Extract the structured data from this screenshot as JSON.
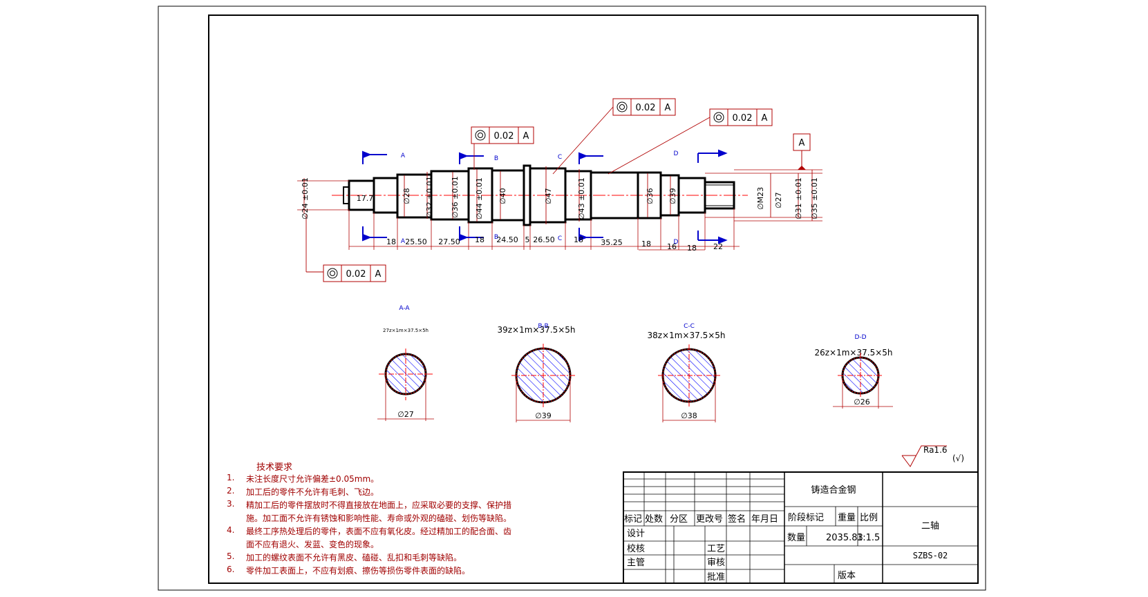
{
  "colors": {
    "outline": "#000000",
    "dimension": "#b00000",
    "centerline": "#ff0000",
    "marker": "#0000cc",
    "hatch": "#0000ff"
  },
  "gdt_frames": [
    {
      "symbol": "concentricity-icon",
      "value": "0.02",
      "datum": "A"
    },
    {
      "symbol": "concentricity-icon",
      "value": "0.02",
      "datum": "A"
    },
    {
      "symbol": "concentricity-icon",
      "value": "0.02",
      "datum": "A"
    },
    {
      "symbol": "concentricity-icon",
      "value": "0.02",
      "datum": "A"
    }
  ],
  "datum_label": "A",
  "section_letters": [
    "A",
    "A",
    "B",
    "B",
    "C",
    "C",
    "D",
    "D"
  ],
  "diameters": [
    "∅24 ±0.01",
    "∅28",
    "∅32 ±0.01",
    "∅36 ±0.01",
    "∅44 ±0.01",
    "∅40",
    "∅47",
    "∅43 ±0.01",
    "∅36",
    "∅39",
    "∅M23",
    "∅27",
    "∅31 ±0.01",
    "∅35 ±0.01"
  ],
  "lengths": [
    "17.7",
    "18",
    "25.50",
    "27.50",
    "18",
    "24.50",
    "5",
    "26.50",
    "18",
    "35.25",
    "18",
    "16",
    "18",
    "22"
  ],
  "sections": [
    {
      "title": "A-A",
      "spec": "27z×1m×37.5×5h",
      "diameter": "∅27"
    },
    {
      "title": "B-B",
      "spec": "39z×1m×37.5×5h",
      "diameter": "∅39"
    },
    {
      "title": "C-C",
      "spec": "38z×1m×37.5×5h",
      "diameter": "∅38"
    },
    {
      "title": "D-D",
      "spec": "26z×1m×37.5×5h",
      "diameter": "∅26"
    }
  ],
  "surface_finish": {
    "value": "Ra1.6",
    "suffix": "(√)"
  },
  "tech_requirements": {
    "title": "技术要求",
    "items": [
      {
        "num": "1.",
        "lines": [
          "未注长度尺寸允许偏差±0.05mm。"
        ]
      },
      {
        "num": "2.",
        "lines": [
          "加工后的零件不允许有毛刺、飞边。"
        ]
      },
      {
        "num": "3.",
        "lines": [
          "精加工后的零件摆放时不得直接放在地面上，应采取必要的支撑、保护措",
          "施。加工面不允许有锈蚀和影响性能、寿命或外观的磕碰、划伤等缺陷。"
        ]
      },
      {
        "num": "4.",
        "lines": [
          "最终工序热处理后的零件，表面不应有氧化皮。经过精加工的配合面、齿",
          "面不应有退火、发蓝、变色的现象。"
        ]
      },
      {
        "num": "5.",
        "lines": [
          "加工的螺纹表面不允许有黑皮、磕碰、乱扣和毛刺等缺陷。"
        ]
      },
      {
        "num": "6.",
        "lines": [
          "零件加工表面上，不应有划痕、擦伤等损伤零件表面的缺陷。"
        ]
      }
    ]
  },
  "title_block": {
    "material": "铸造合金钢",
    "part_name": "二轴",
    "drawing_no": "SZBS-02",
    "headers": [
      "标记",
      "处数",
      "分区",
      "更改号",
      "签名",
      "年月日"
    ],
    "row_design": "设计",
    "row_check": "校核",
    "row_chief": "主管",
    "process": "工艺",
    "review": "审核",
    "approve": "批准",
    "stage_mark": "阶段标记",
    "weight": "重量",
    "scale": "比例",
    "quantity": "数量",
    "weight_value": "2035.83",
    "scale_value": "1:1.5",
    "version": "版本"
  }
}
